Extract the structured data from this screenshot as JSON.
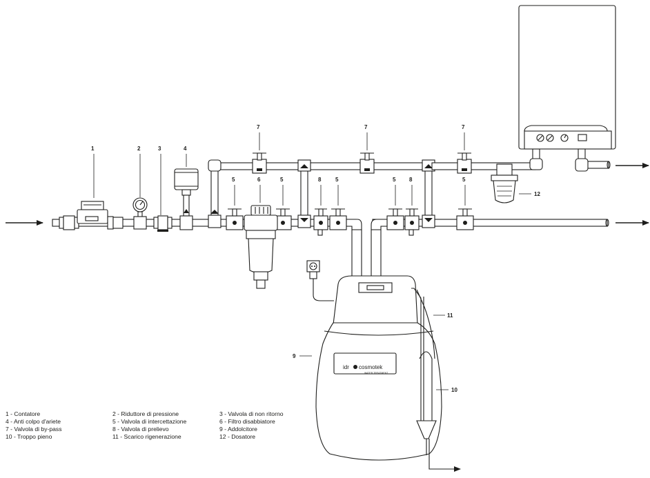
{
  "numbers": {
    "n1": "1",
    "n2": "2",
    "n3": "3",
    "n4": "4",
    "n5a": "5",
    "n5b": "5",
    "n5c": "5",
    "n5d": "5",
    "n5e": "5",
    "n6": "6",
    "n7a": "7",
    "n7b": "7",
    "n7c": "7",
    "n8a": "8",
    "n8b": "8",
    "n9": "9",
    "n10": "10",
    "n11": "11",
    "n12": "12"
  },
  "softener": {
    "brand_left": "idr",
    "brand_right": "cosmotek",
    "subtitle": "WATER TREATMENT"
  },
  "legend": [
    [
      "1 - Contatore",
      "2 - Riduttore di pressione",
      "3 - Valvola di non ritorno"
    ],
    [
      "4 - Anti colpo d'ariete",
      "5 - Valvola di intercettazione",
      "6 - Filtro disabbiatore"
    ],
    [
      "7 - Valvola di by-pass",
      "8 - Valvola di prelievo",
      "9 - Addolcitore"
    ],
    [
      "10 - Troppo pieno",
      "11 - Scarico rigenerazione",
      "12 - Dosatore"
    ]
  ],
  "colors": {
    "line": "#1d1d1b",
    "background": "#ffffff"
  }
}
